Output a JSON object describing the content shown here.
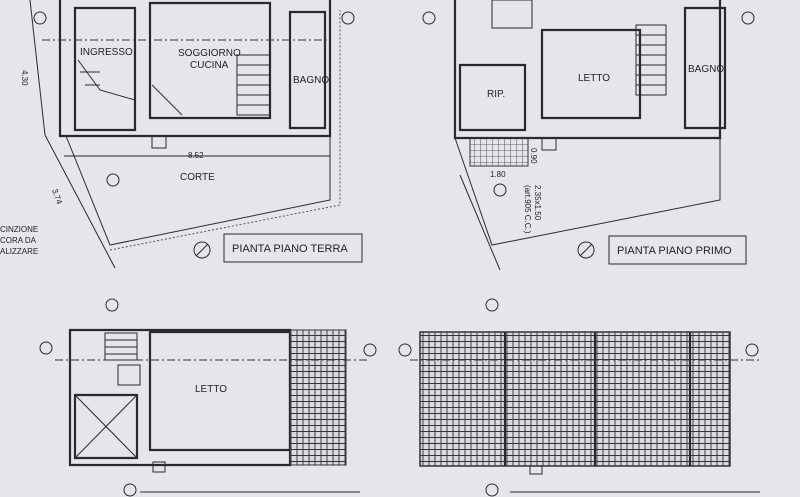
{
  "plans": [
    {
      "title": "PIANTA PIANO TERRA",
      "rooms": [
        "INGRESSO",
        "SOGGIORNO",
        "CUCINA",
        "BAGNO",
        "CORTE"
      ],
      "dimensions": [
        "4.30",
        "8.52",
        "3.74"
      ],
      "note": [
        "CINZIONE",
        "CORA DA",
        "ALIZZARE"
      ]
    },
    {
      "title": "PIANTA PIANO PRIMO",
      "rooms": [
        "RIP.",
        "LETTO",
        "BAGNO"
      ],
      "dimensions": [
        "0.90",
        "1.80",
        "2.35x1.50",
        "(art.905 C.C.)"
      ]
    },
    {
      "title": "",
      "rooms": [
        "LETTO"
      ]
    },
    {
      "title": "",
      "rooms": []
    }
  ],
  "colors": {
    "paper": "#e4e6ea",
    "ink": "#2a2a2e"
  }
}
